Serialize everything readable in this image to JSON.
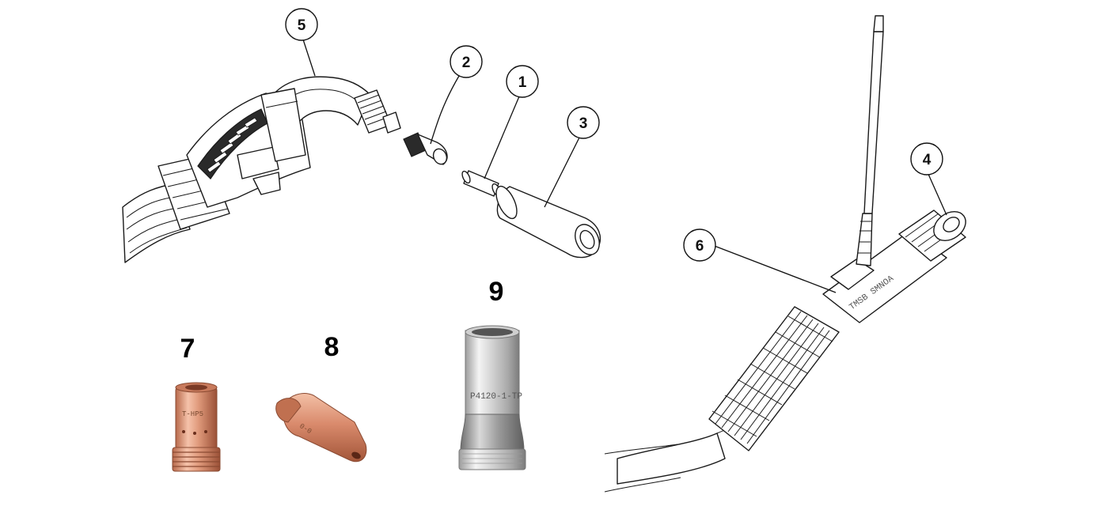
{
  "callouts": [
    {
      "id": "1",
      "label": "1"
    },
    {
      "id": "2",
      "label": "2"
    },
    {
      "id": "3",
      "label": "3"
    },
    {
      "id": "4",
      "label": "4"
    },
    {
      "id": "5",
      "label": "5"
    },
    {
      "id": "6",
      "label": "6"
    }
  ],
  "photo_labels": [
    {
      "id": "7",
      "label": "7"
    },
    {
      "id": "8",
      "label": "8"
    },
    {
      "id": "9",
      "label": "9"
    }
  ],
  "engravings": {
    "part7": "T-HP5",
    "part8": "0-0",
    "part9": "P4120-1-TP",
    "handle_text": "TMSB SMNOA"
  },
  "colors": {
    "copper_light": "#f2b8a0",
    "copper_mid": "#d9876a",
    "copper_dark": "#a85a3e",
    "steel_light": "#f1f1f1",
    "steel_dark": "#8d8d8d",
    "line": "#1a1a1a"
  }
}
